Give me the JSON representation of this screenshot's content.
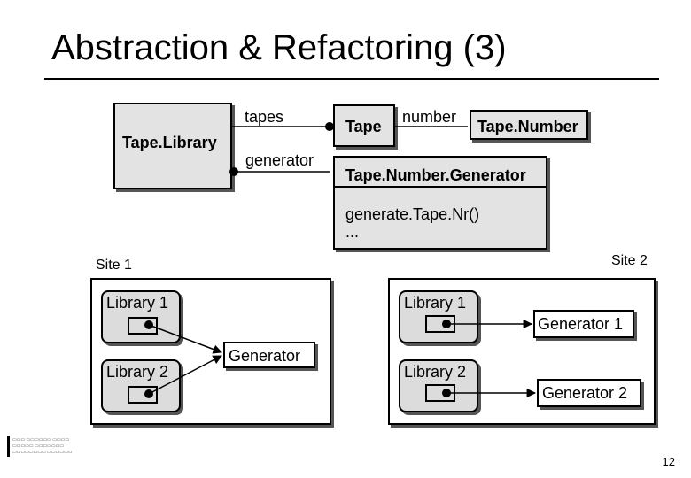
{
  "title": "Abstraction & Refactoring (3)",
  "class_diagram": {
    "tape_library": "Tape.Library",
    "tapes_label": "tapes",
    "generator_label": "generator",
    "tape": "Tape",
    "number_label": "number",
    "tape_number": "Tape.Number",
    "tape_number_generator": "Tape.Number.Generator",
    "method": "generate.Tape.Nr()",
    "ellipsis": "..."
  },
  "site1": {
    "label": "Site 1",
    "library1": "Library 1",
    "library2": "Library 2",
    "generator": "Generator"
  },
  "site2": {
    "label": "Site 2",
    "library1": "Library 1",
    "library2": "Library 2",
    "generator1": "Generator 1",
    "generator2": "Generator 2"
  },
  "page_number": "12"
}
